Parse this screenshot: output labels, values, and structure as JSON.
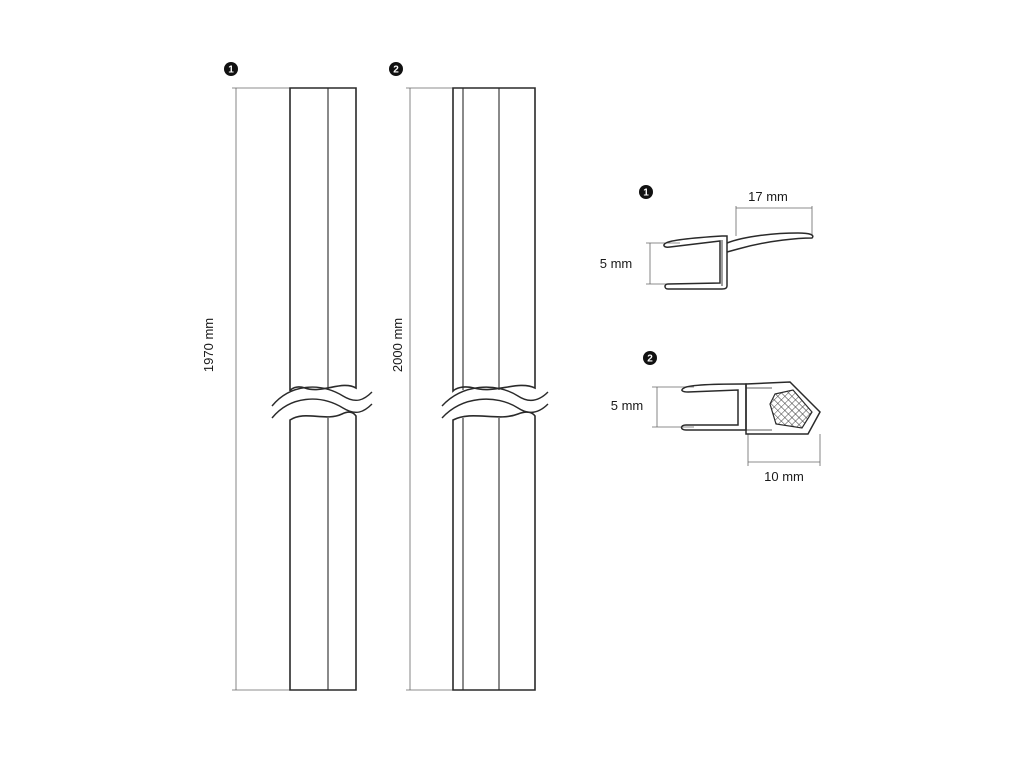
{
  "markers": {
    "one": "1",
    "two": "2"
  },
  "profile_1": {
    "length_label": "1970 mm",
    "height_label": "5 mm",
    "width_label": "17 mm"
  },
  "profile_2": {
    "length_label": "2000 mm",
    "height_label": "5 mm",
    "width_label": "10 mm"
  },
  "colors": {
    "line": "#2a2a2a",
    "dimension": "#666666",
    "marker": "#111111"
  }
}
